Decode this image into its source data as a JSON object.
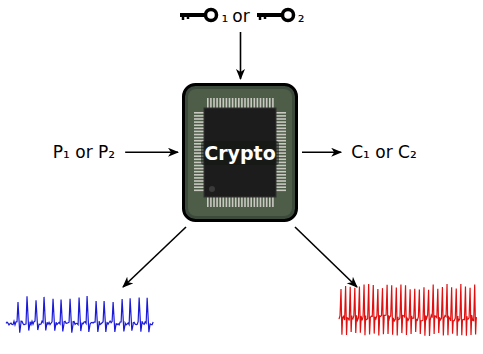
{
  "diagram": {
    "nodes": [
      {
        "text": [
          "₁",
          "or",
          "₂"
        ]
      },
      {
        "text": [
          "P₁ or P₂"
        ]
      },
      {
        "text": [
          "Crypto"
        ]
      },
      {
        "text": [
          "C₁ or C₂"
        ]
      }
    ],
    "edges": [
      {
        "from": 0,
        "to": 2,
        "arrow": "to"
      },
      {
        "from": 1,
        "to": 2,
        "arrow": "to"
      },
      {
        "from": 2,
        "to": 3,
        "arrow": "to"
      }
    ]
  }
}
